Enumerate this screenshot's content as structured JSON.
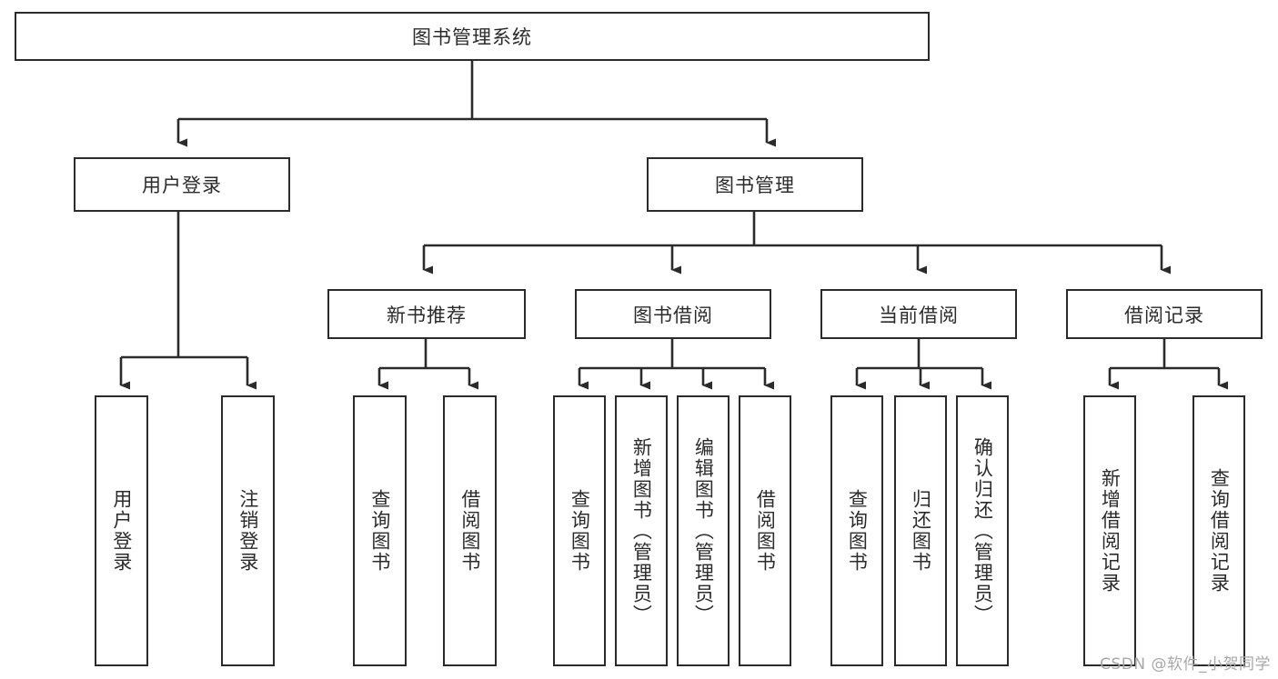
{
  "diagram": {
    "title": "图书管理系统",
    "type": "tree-hierarchy",
    "watermark": "CSDN @软件_小贺同学",
    "colors": {
      "stroke": "#2b2b2b",
      "fill": "#ffffff",
      "background": "#ffffff",
      "watermark": "#a8a8a8"
    },
    "root": {
      "label": "图书管理系统"
    },
    "level2": [
      {
        "label": "用户登录"
      },
      {
        "label": "图书管理"
      }
    ],
    "level3": [
      {
        "label": "新书推荐"
      },
      {
        "label": "图书借阅"
      },
      {
        "label": "当前借阅"
      },
      {
        "label": "借阅记录"
      }
    ],
    "leaves": {
      "user_login": [
        {
          "label": "用户登录"
        },
        {
          "label": "注销登录"
        }
      ],
      "new_book_recommend": [
        {
          "label": "查询图书"
        },
        {
          "label": "借阅图书"
        }
      ],
      "book_borrow": [
        {
          "label": "查询图书"
        },
        {
          "label": "新增图书（管理员）"
        },
        {
          "label": "编辑图书（管理员）"
        },
        {
          "label": "借阅图书"
        }
      ],
      "current_borrow": [
        {
          "label": "查询图书"
        },
        {
          "label": "归还图书"
        },
        {
          "label": "确认归还（管理员）"
        }
      ],
      "borrow_record": [
        {
          "label": "新增借阅记录"
        },
        {
          "label": "查询借阅记录"
        }
      ]
    }
  }
}
